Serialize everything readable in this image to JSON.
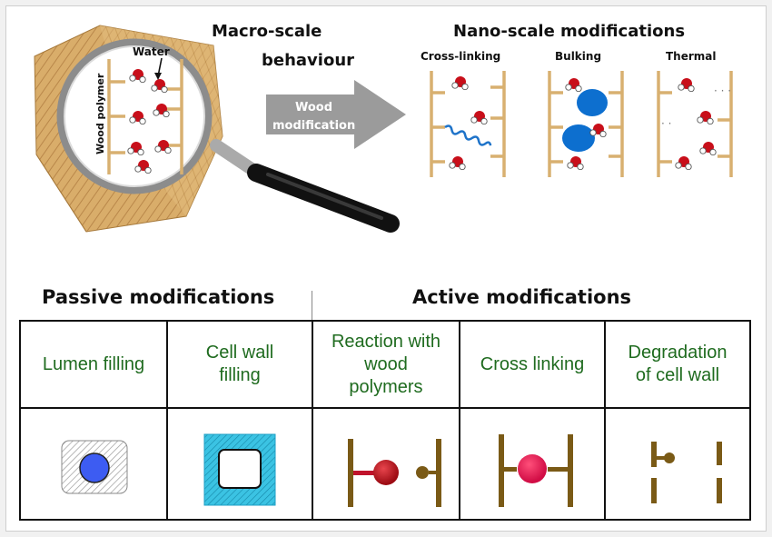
{
  "top": {
    "macro_title_line1": "Macro-scale",
    "macro_title_line2": "behaviour",
    "nano_title": "Nano-scale modifications",
    "water_label": "Water",
    "wood_polymer_label": "Wood polymer",
    "arrow_label_line1": "Wood",
    "arrow_label_line2": "modification",
    "nano_sub": [
      "Cross-linking",
      "Bulking",
      "Thermal"
    ]
  },
  "bottom": {
    "passive_header": "Passive modifications",
    "active_header": "Active modifications",
    "columns": [
      [
        "Lumen filling"
      ],
      [
        "Cell wall",
        "filling"
      ],
      [
        "Reaction with",
        "wood",
        "polymers"
      ],
      [
        "Cross linking"
      ],
      [
        "Degradation",
        "of cell wall"
      ]
    ]
  },
  "colors": {
    "wood_stick": "#d8b070",
    "water_red": "#c80f1a",
    "bulking_blue": "#0d6fcf",
    "label_green": "#1f6b1f",
    "table_stick": "#7a5a16",
    "lumen_blue": "#3d5cf2",
    "cellwall_cyan": "#3bc3e3",
    "reaction_red": "#b5101a",
    "crosslink_pink": "#e81652"
  }
}
